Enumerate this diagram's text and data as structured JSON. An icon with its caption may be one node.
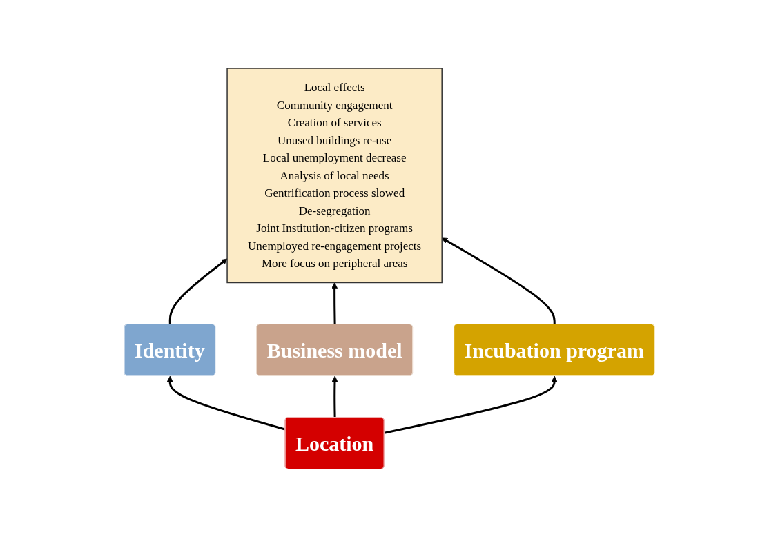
{
  "diagram": {
    "nodes": [
      {
        "text": [
          "Local effects",
          "Community engagement",
          "Creation of services",
          "Unused buildings re-use",
          "Local unemployment decrease",
          "Analysis of local needs",
          "Gentrification process slowed",
          "De-segregation",
          "Joint Institution-citizen programs",
          "Unemployed re-engagement projects",
          "More focus on peripheral areas"
        ]
      },
      {
        "text": [
          "Identity"
        ]
      },
      {
        "text": [
          "Business model"
        ]
      },
      {
        "text": [
          "Incubation program"
        ]
      },
      {
        "text": [
          "Location"
        ]
      }
    ],
    "edges": [
      {
        "from": 1,
        "to": 0,
        "arrow": "to"
      },
      {
        "from": 2,
        "to": 0,
        "arrow": "to"
      },
      {
        "from": 3,
        "to": 0,
        "arrow": "to"
      },
      {
        "from": 4,
        "to": 1,
        "arrow": "to"
      },
      {
        "from": 4,
        "to": 2,
        "arrow": "to"
      },
      {
        "from": 4,
        "to": 3,
        "arrow": "to"
      }
    ]
  }
}
